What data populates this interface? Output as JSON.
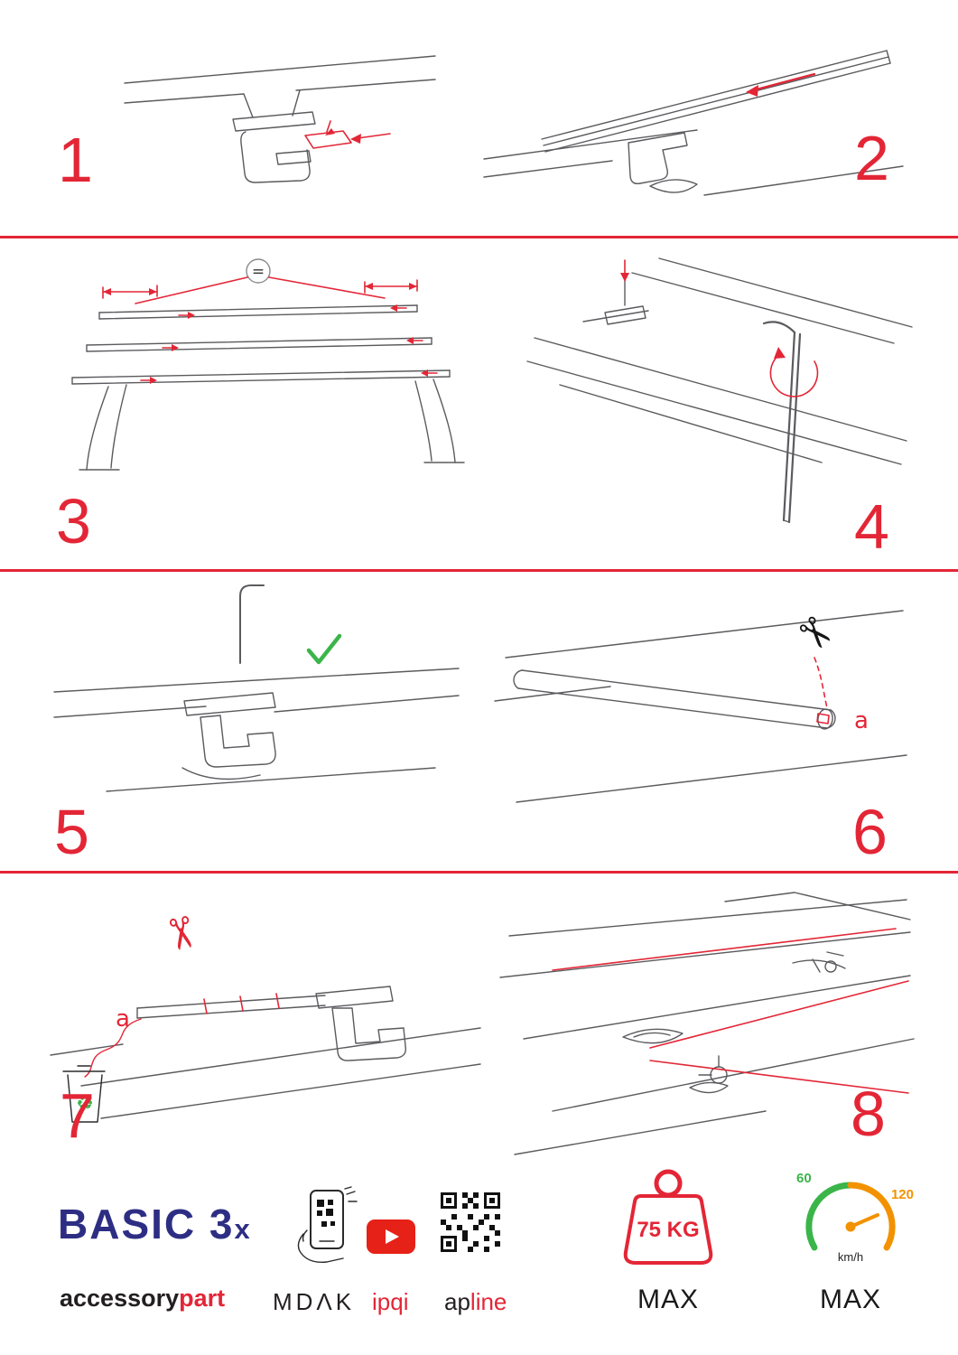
{
  "steps": [
    {
      "number": "1"
    },
    {
      "number": "2"
    },
    {
      "number": "3"
    },
    {
      "number": "4"
    },
    {
      "number": "5"
    },
    {
      "number": "6"
    },
    {
      "number": "7"
    },
    {
      "number": "8"
    }
  ],
  "annotations": {
    "equal_sign": "=",
    "label_a": "a"
  },
  "icons": {
    "scissors": "✂",
    "recycle": "♻"
  },
  "footer": {
    "product_name": "BASIC 3",
    "product_suffix": "x",
    "brand_left": "accessory",
    "brand_right": "part",
    "partner_mdak": "MDΛK",
    "partner_ipqi": "ipqi",
    "apline_left": "ap",
    "apline_right": "line",
    "weight_value": "75 KG",
    "weight_max": "MAX",
    "speed_low": "60",
    "speed_high": "120",
    "speed_unit": "km/h",
    "speed_max": "MAX"
  },
  "colors": {
    "accent_red": "#e32636",
    "brand_blue": "#2d2e83",
    "green": "#3bb54a",
    "orange": "#f29200",
    "youtube_red": "#e62117"
  }
}
